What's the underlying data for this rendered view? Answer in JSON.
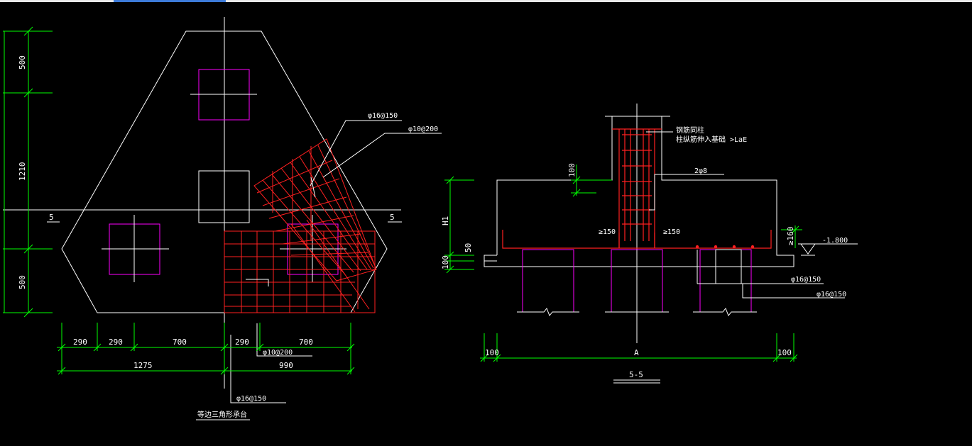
{
  "colors": {
    "background": "#000000",
    "outline": "#ffffff",
    "dimension": "#00ff00",
    "rebar": "#ff2020",
    "pile": "#ff00ff"
  },
  "plan": {
    "dims_left": [
      "500",
      "1210",
      "500"
    ],
    "dims_bottom_row1": [
      "290",
      "290",
      "700",
      "290",
      "700"
    ],
    "dims_bottom_row2": [
      "1275",
      "990"
    ],
    "rebar_labels": [
      "φ16@150",
      "φ10@200",
      "φ10@200",
      "φ16@150"
    ],
    "section_marks": [
      "5",
      "5"
    ],
    "title": "等边三角形承台"
  },
  "section": {
    "note_line1": "钢筋同柱",
    "note_line2": "柱纵筋伸入基础 >LaE",
    "dim_top": "100",
    "stirrup": "2φ8",
    "dim_h1": "H1",
    "dim_50": "50",
    "dim_100_left": "100",
    "anchor_left": "≥150",
    "anchor_right": "≥150",
    "dim_160": "≥160",
    "elevation": "-1.800",
    "rebar_label_1": "φ16@150",
    "rebar_label_2": "φ16@150",
    "dim_bottom_left": "100",
    "dim_bottom_mid": "A",
    "dim_bottom_right": "100",
    "title": "5-5"
  }
}
